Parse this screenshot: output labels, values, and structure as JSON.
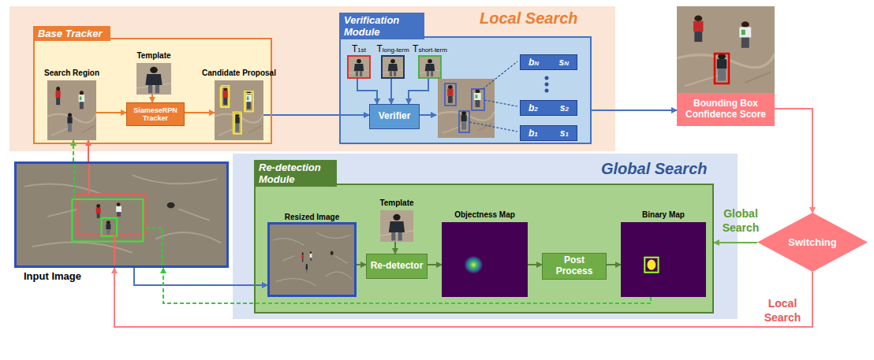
{
  "diagram": {
    "nodes": [
      {
        "text": [
          "Local Search"
        ]
      },
      {
        "text": [
          "Base Tracker"
        ],
        "in": 0
      },
      {
        "text": [
          "Search Region"
        ],
        "in": 1
      },
      {
        "text": [
          "Template"
        ],
        "in": 1
      },
      {
        "text": [
          "SiameseRPN Tracker"
        ],
        "in": 1
      },
      {
        "text": [
          "Candidate Proposal"
        ],
        "in": 1
      },
      {
        "text": [
          "Verification Module"
        ],
        "in": 0
      },
      {
        "text": [
          "T1st"
        ],
        "in": 6
      },
      {
        "text": [
          "Tlong-term"
        ],
        "in": 6
      },
      {
        "text": [
          "Tshort-term"
        ],
        "in": 6
      },
      {
        "text": [
          "Verifier"
        ],
        "in": 6
      },
      {
        "text": [
          "bN",
          "sN"
        ],
        "in": 6
      },
      {
        "text": [
          "b2",
          "s2"
        ],
        "in": 6
      },
      {
        "text": [
          "b1",
          "s1"
        ],
        "in": 6
      },
      {
        "text": [
          "Bounding Box Confidence Score"
        ]
      },
      {
        "text": [
          "Input Image"
        ]
      },
      {
        "text": [
          "Global Search"
        ]
      },
      {
        "text": [
          "Re-detection Module"
        ],
        "in": 16
      },
      {
        "text": [
          "Resized Image"
        ],
        "in": 17
      },
      {
        "text": [
          "Template"
        ],
        "in": 17
      },
      {
        "text": [
          "Re-detector"
        ],
        "in": 17
      },
      {
        "text": [
          "Objectness Map"
        ],
        "in": 17
      },
      {
        "text": [
          "Post Process"
        ],
        "in": 17
      },
      {
        "text": [
          "Binary Map"
        ],
        "in": 17
      },
      {
        "text": [
          "Switching"
        ]
      }
    ],
    "edges": [
      {
        "from": 2,
        "to": 4,
        "arrow": "to"
      },
      {
        "from": 3,
        "to": 4,
        "arrow": "to"
      },
      {
        "from": 4,
        "to": 5,
        "arrow": "to"
      },
      {
        "from": 5,
        "to": 10,
        "arrow": "to"
      },
      {
        "from": 7,
        "to": 10,
        "arrow": "to"
      },
      {
        "from": 8,
        "to": 10,
        "arrow": "to"
      },
      {
        "from": 9,
        "to": 10,
        "arrow": "to"
      },
      {
        "from": 6,
        "to": 14,
        "arrow": "to"
      },
      {
        "from": 14,
        "to": 24,
        "arrow": "to"
      },
      {
        "from": 24,
        "to": 17,
        "label": "Global Search",
        "arrow": "to"
      },
      {
        "from": 24,
        "to": 15,
        "label": "Local Search",
        "arrow": "to"
      },
      {
        "from": 15,
        "to": 2,
        "arrow": "to"
      },
      {
        "from": 15,
        "to": 2,
        "arrow": "to"
      },
      {
        "from": 15,
        "to": 18,
        "arrow": "to"
      },
      {
        "from": 23,
        "to": 15,
        "arrow": "to"
      },
      {
        "from": 18,
        "to": 20,
        "arrow": "to"
      },
      {
        "from": 19,
        "to": 20,
        "arrow": "to"
      },
      {
        "from": 20,
        "to": 21,
        "arrow": "to"
      },
      {
        "from": 21,
        "to": 22,
        "arrow": "to"
      },
      {
        "from": 22,
        "to": 23,
        "arrow": "to"
      }
    ]
  }
}
